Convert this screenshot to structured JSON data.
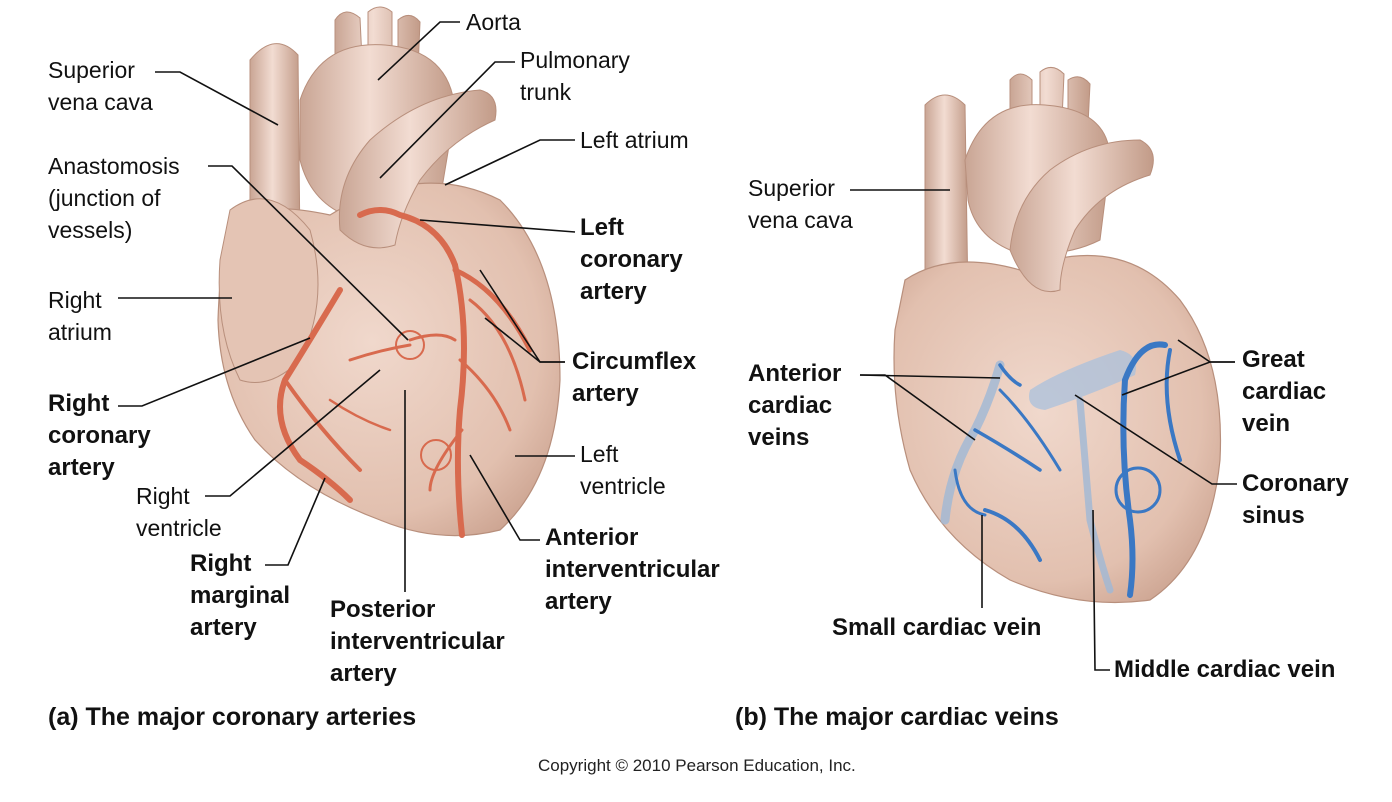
{
  "panel_a": {
    "caption": "(a) The major coronary arteries",
    "labels": {
      "aorta": "Aorta",
      "pulmonary_trunk": "Pulmonary\ntrunk",
      "superior_vena_cava": "Superior\nvena cava",
      "left_atrium": "Left atrium",
      "anastomosis": "Anastomosis\n(junction of\nvessels)",
      "left_coronary_artery": "Left\ncoronary\nartery",
      "right_atrium": "Right\natrium",
      "circumflex_artery": "Circumflex\nartery",
      "right_coronary_artery": "Right\ncoronary\nartery",
      "left_ventricle": "Left\nventricle",
      "right_ventricle": "Right\nventricle",
      "anterior_interventricular_artery": "Anterior\ninterventricular\nartery",
      "right_marginal_artery": "Right\nmarginal\nartery",
      "posterior_interventricular_artery": "Posterior\ninterventricular\nartery"
    }
  },
  "panel_b": {
    "caption": "(b) The major cardiac veins",
    "labels": {
      "superior_vena_cava": "Superior\nvena cava",
      "anterior_cardiac_veins": "Anterior\ncardiac\nveins",
      "great_cardiac_vein": "Great\ncardiac\nvein",
      "coronary_sinus": "Coronary\nsinus",
      "small_cardiac_vein": "Small cardiac vein",
      "middle_cardiac_vein": "Middle cardiac vein"
    }
  },
  "copyright": "Copyright © 2010 Pearson Education, Inc.",
  "colors": {
    "heart": "#e6c7b8",
    "heart_shadow": "#c9a594",
    "artery": "#d86a4e",
    "vein": "#3a78c4",
    "leader": "#111111"
  }
}
